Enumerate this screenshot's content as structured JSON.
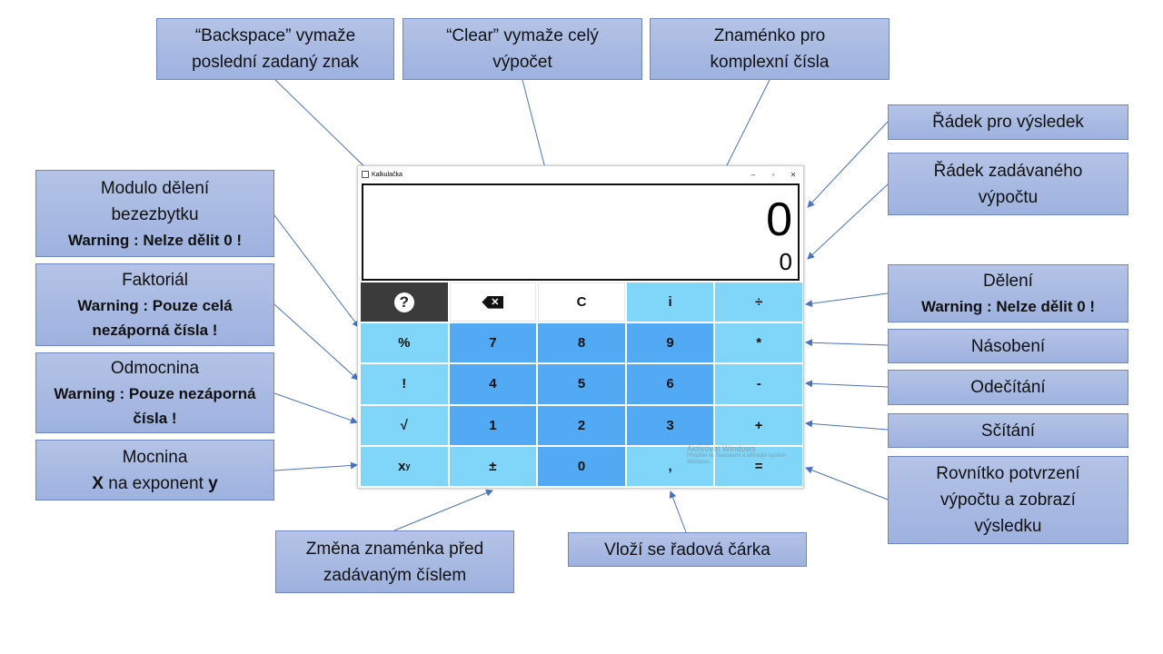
{
  "callouts": {
    "backspace": "“Backspace” vymaže poslední zadaný znak",
    "clear": "“Clear” vymaže celý výpočet",
    "complex": "Znaménko pro komplexní čísla",
    "result_line": "Řádek pro výsledek",
    "input_line": "Řádek zadávaného výpočtu",
    "modulo": {
      "title": "Modulo dělení bezezbytku",
      "warning": "Warning : Nelze dělit 0 !"
    },
    "factorial": {
      "title": "Faktoriál",
      "warning": "Warning : Pouze celá nezáporná čísla !"
    },
    "root": {
      "title": "Odmocnina",
      "warning": "Warning : Pouze nezáporná čísla !"
    },
    "power": {
      "title": "Mocnina",
      "x": "X",
      "middle": "na exponent",
      "y": "y"
    },
    "division": {
      "title": "Dělení",
      "warning": "Warning : Nelze dělit 0 !"
    },
    "multiplication": "Násobení",
    "subtraction": "Odečítání",
    "addition": "Sčítání",
    "equals": "Rovnítko potvrzení výpočtu a zobrazí výsledku",
    "sign_change": "Změna znaménka před zadávaným číslem",
    "comma": "Vloží se řadová čárka"
  },
  "window": {
    "title": "Kalkulačka",
    "minimize": "–",
    "maximize": "▫",
    "close": "✕"
  },
  "display": {
    "result": "0",
    "input": "0"
  },
  "keys": {
    "help": "?",
    "backspace": "✕",
    "clear": "C",
    "complex": "i",
    "divide": "÷",
    "modulo": "%",
    "seven": "7",
    "eight": "8",
    "nine": "9",
    "multiply": "*",
    "factorial": "!",
    "four": "4",
    "five": "5",
    "six": "6",
    "minus": "-",
    "root": "√",
    "one": "1",
    "two": "2",
    "three": "3",
    "plus": "+",
    "power_base": "x",
    "power_exp": "y",
    "sign": "±",
    "zero": "0",
    "comma": ",",
    "equals": "="
  },
  "watermark": {
    "title": "Aktivovat Windows",
    "subtitle": "Přejděte do Nastavení a aktivujte systém Windows."
  },
  "colors": {
    "callout_fill": "#a9bbe3",
    "callout_border": "#6f86c4",
    "key_light": "#7fd6f8",
    "key_mid": "#52aaf5",
    "key_dark": "#3b3b3b",
    "arrow": "#4a72c4"
  }
}
